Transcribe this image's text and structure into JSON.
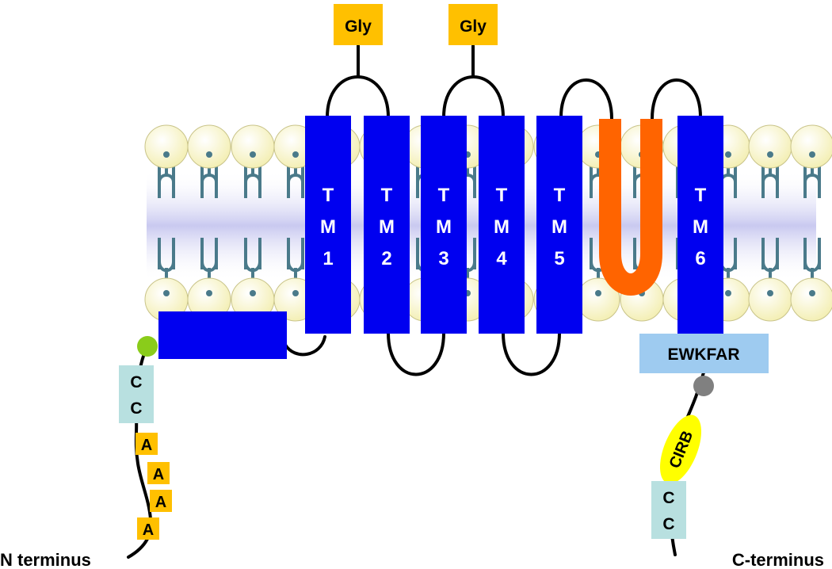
{
  "labels": {
    "n_terminus": "N terminus",
    "c_terminus": "C-terminus",
    "ewkfar": "EWKFAR",
    "cirb": "CIRB"
  },
  "glycosylation": [
    "Gly",
    "Gly"
  ],
  "tm_segments": [
    {
      "letters": [
        "T",
        "M",
        "1"
      ]
    },
    {
      "letters": [
        "T",
        "M",
        "2"
      ]
    },
    {
      "letters": [
        "T",
        "M",
        "3"
      ]
    },
    {
      "letters": [
        "T",
        "M",
        "4"
      ]
    },
    {
      "letters": [
        "T",
        "M",
        "5"
      ]
    },
    {
      "letters": [
        "T",
        "M",
        "6"
      ]
    }
  ],
  "n_term_residues": {
    "cc": [
      "C",
      "C"
    ],
    "a": [
      "A",
      "A",
      "A",
      "A"
    ]
  },
  "c_term_residues": {
    "cc": [
      "C",
      "C"
    ]
  },
  "colors": {
    "tm_helix": "#0000f0",
    "reentrant_loop": "#ff6400",
    "gly_box": "#ffc000",
    "lipid_head": "#fbf7c8",
    "lipid_tail": "#4a7a8a",
    "membrane_core": "#c9c9f0",
    "cc_box": "#b8e0e0",
    "ewkfar_box": "#9ecbf0",
    "cirb_ellipse": "#ffff00",
    "green_dot": "#8acc1a",
    "grey_dot": "#808080"
  }
}
